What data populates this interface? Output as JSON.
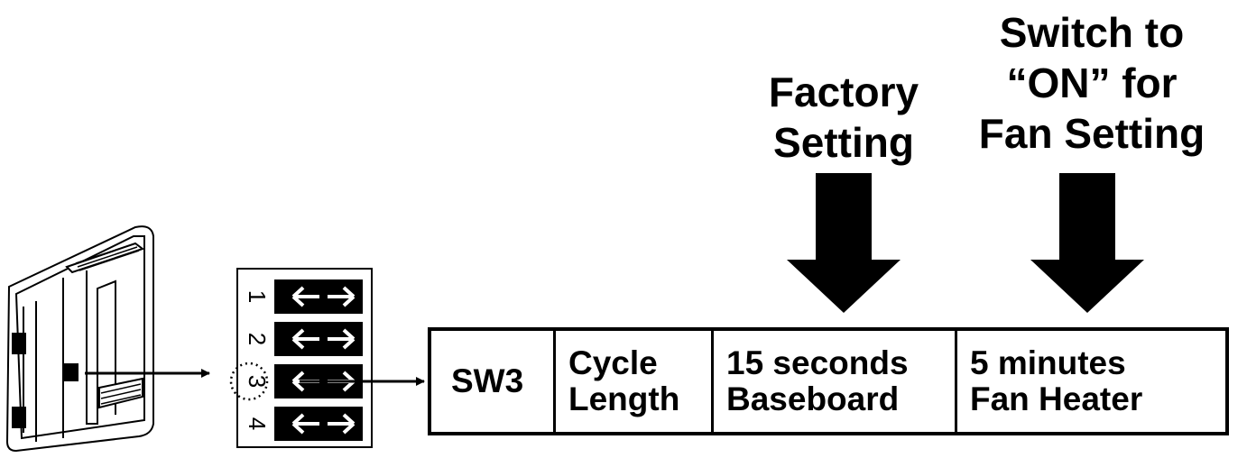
{
  "factory_label": {
    "line1": "Factory",
    "line2": "Setting"
  },
  "switch_label": {
    "line1": "Switch to",
    "line2": "“ON” for",
    "line3": "Fan Setting"
  },
  "dip_switch": {
    "numbers": [
      "1",
      "2",
      "3",
      "4"
    ],
    "highlighted": "3"
  },
  "table": {
    "switch": "SW3",
    "setting": {
      "line1": "Cycle",
      "line2": "Length"
    },
    "off_option": {
      "line1": "15 seconds",
      "line2": "Baseboard"
    },
    "on_option": {
      "line1": "5 minutes",
      "line2": "Fan Heater"
    }
  },
  "colors": {
    "ink": "#000000",
    "background": "#ffffff"
  }
}
